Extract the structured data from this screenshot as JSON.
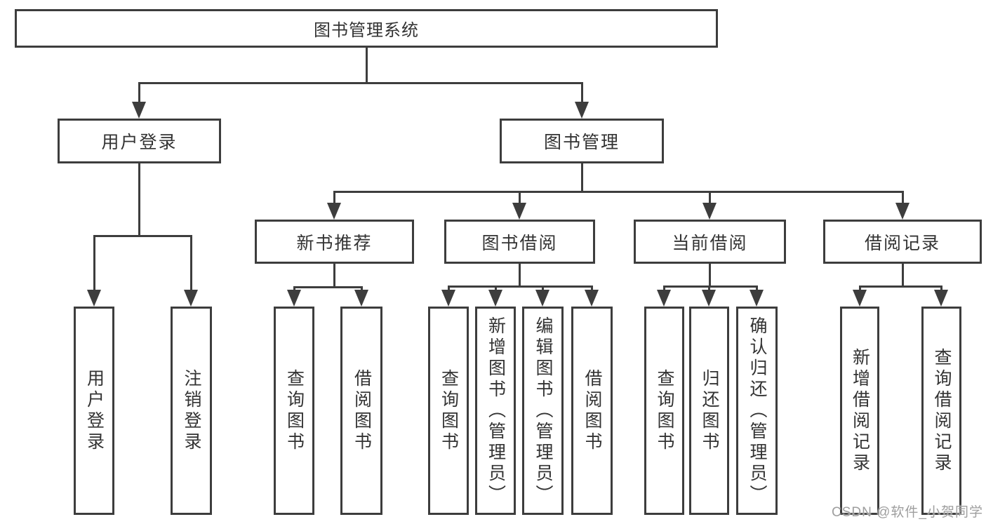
{
  "colors": {
    "line": "#3d3d3d",
    "text": "#333333",
    "background": "#ffffff",
    "watermark_color": "#9e9e9e"
  },
  "watermark": "CSDN @软件_小贺同学",
  "diagram": {
    "root": "图书管理系统",
    "branches": [
      {
        "label": "用户登录",
        "children": [
          "用户登录",
          "注销登录"
        ]
      },
      {
        "label": "图书管理",
        "groups": [
          {
            "label": "新书推荐",
            "children": [
              "查询图书",
              "借阅图书"
            ]
          },
          {
            "label": "图书借阅",
            "children": [
              "查询图书",
              "新增图书（管理员）",
              "编辑图书（管理员）",
              "借阅图书"
            ]
          },
          {
            "label": "当前借阅",
            "children": [
              "查询图书",
              "归还图书",
              "确认归还（管理员）"
            ]
          },
          {
            "label": "借阅记录",
            "children": [
              "新增借阅记录",
              "查询借阅记录"
            ]
          }
        ]
      }
    ]
  }
}
